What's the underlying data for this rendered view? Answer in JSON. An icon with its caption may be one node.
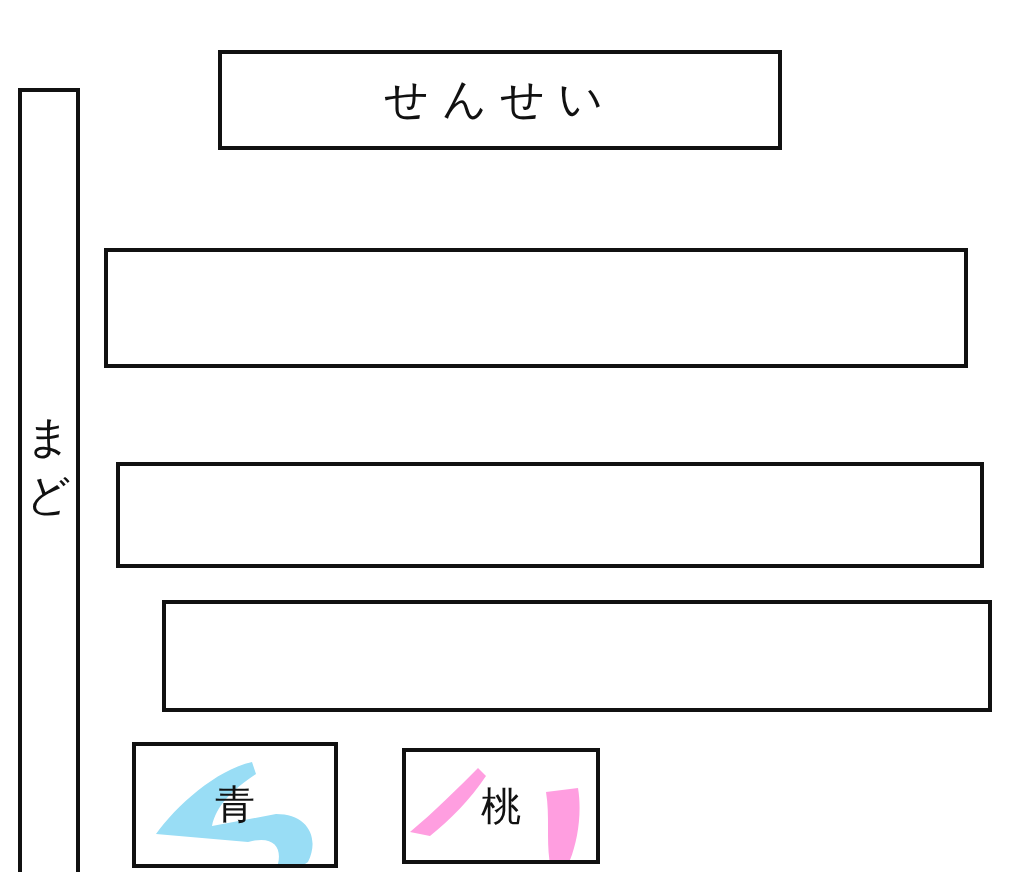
{
  "diagram": {
    "nodes": [
      {
        "text": [
          "せんせい"
        ]
      },
      {
        "text": [
          "まど"
        ]
      },
      {
        "text": [],
        "shape": "box"
      },
      {
        "text": [],
        "shape": "box"
      },
      {
        "text": [],
        "shape": "box"
      },
      {
        "text": [
          "青"
        ]
      },
      {
        "text": [
          "桃"
        ]
      }
    ]
  }
}
